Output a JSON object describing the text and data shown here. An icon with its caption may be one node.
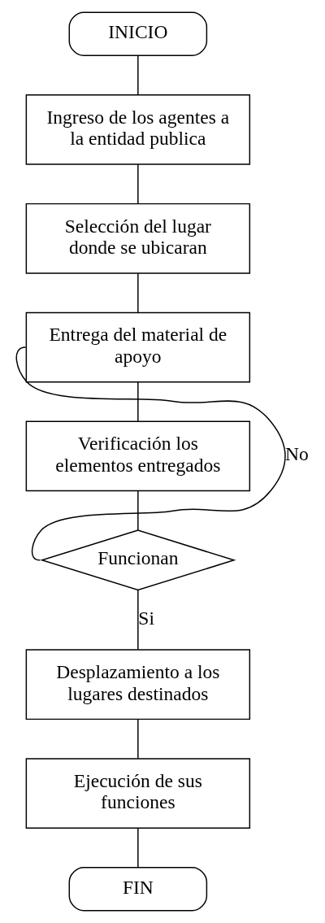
{
  "diagram": {
    "nodes": [
      {
        "text": [
          "INICIO"
        ]
      },
      {
        "text": [
          "Ingreso de los agentes a la entidad publica"
        ]
      },
      {
        "text": [
          "Selección del lugar donde se ubicaran"
        ]
      },
      {
        "text": [
          "Entrega del material de apoyo"
        ]
      },
      {
        "text": [
          "Verificación los elementos entregados"
        ]
      },
      {
        "text": [
          "Funcionan"
        ]
      },
      {
        "text": [
          "Desplazamiento a los lugares destinados"
        ]
      },
      {
        "text": [
          "Ejecución de sus funciones"
        ]
      },
      {
        "text": [
          "FIN"
        ]
      }
    ],
    "edges": [
      {
        "from": 0,
        "to": 1,
        "arrow": "none"
      },
      {
        "from": 1,
        "to": 2,
        "arrow": "none"
      },
      {
        "from": 2,
        "to": 3,
        "arrow": "none"
      },
      {
        "from": 3,
        "to": 4,
        "arrow": "none"
      },
      {
        "from": 4,
        "to": 5,
        "arrow": "none"
      },
      {
        "from": 5,
        "to": 3,
        "arrow": "none",
        "label": "No"
      },
      {
        "from": 5,
        "to": 6,
        "arrow": "none",
        "label": "Si"
      },
      {
        "from": 6,
        "to": 7,
        "arrow": "none"
      },
      {
        "from": 7,
        "to": 8,
        "arrow": "none"
      }
    ]
  }
}
